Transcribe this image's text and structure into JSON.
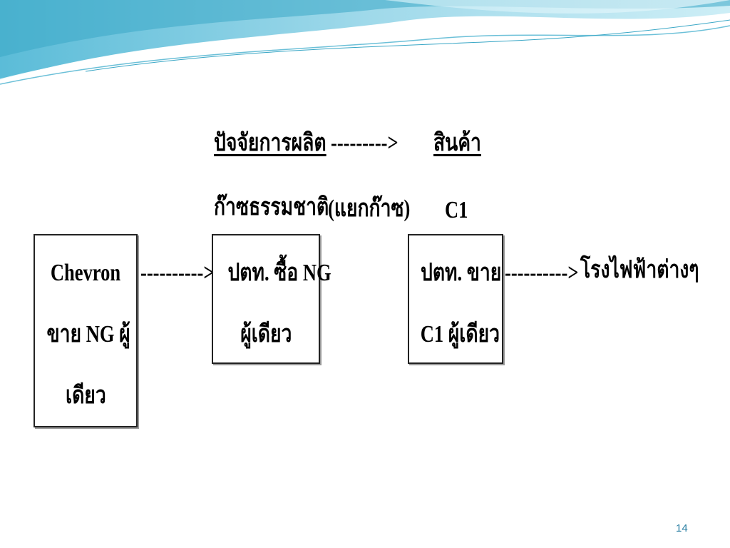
{
  "header": {
    "factors": "ปัจจัยการผลิต",
    "arrow": "--------->",
    "product": "สินค้า"
  },
  "row2": {
    "natural_gas": "ก๊าซธรรมชาติ",
    "separation": "(แยกก๊าซ)",
    "c1": "C1"
  },
  "boxes": {
    "chevron": [
      "Chevron",
      "ขาย NG ผู้",
      "เดียว"
    ],
    "ptt_buy": [
      "ปตท. ซื้อ NG",
      "ผู้เดียว"
    ],
    "ptt_sell": [
      "ปตท. ขาย",
      "C1 ผู้เดียว"
    ]
  },
  "arrows": {
    "chevron_to_ptt": "---------->",
    "ptt_to_plants": "---------->"
  },
  "power_plants": "โรงไฟฟ้าต่างๆ",
  "page_number": "14",
  "colors": {
    "wave_light": "#bfe6f0",
    "wave_mid": "#7cc9dd",
    "wave_dark": "#3aa7c6",
    "page_number": "#2a7fa3"
  }
}
